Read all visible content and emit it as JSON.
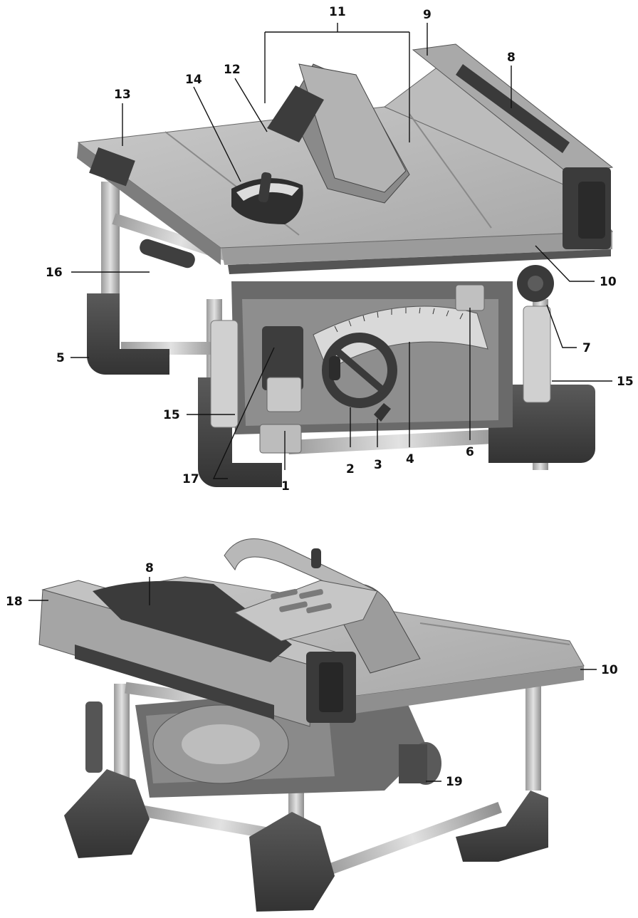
{
  "figure": {
    "top_view": {
      "callouts": [
        "11",
        "9",
        "12",
        "8",
        "14",
        "13",
        "16",
        "10",
        "7",
        "5",
        "15",
        "15",
        "6",
        "4",
        "3",
        "2",
        "1",
        "17"
      ]
    },
    "bottom_view": {
      "callouts": [
        "8",
        "18",
        "10",
        "19"
      ]
    },
    "colors": {
      "table_top": "#b8b8b8",
      "table_light": "#cfcfcf",
      "body_dark": "#4a4a4a",
      "rubber": "#3a3a3a",
      "metal": "#c4c4c4",
      "line": "#111111"
    }
  }
}
